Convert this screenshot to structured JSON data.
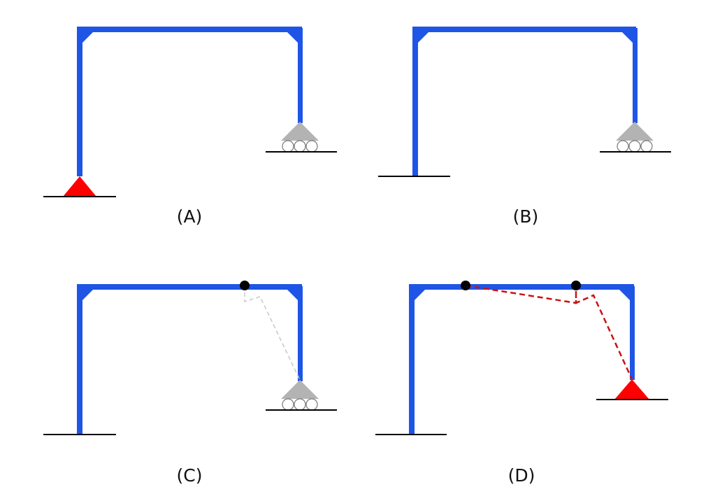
{
  "colors": {
    "frame": "#1f55e6",
    "pin_support": "#ff0000",
    "roller_support": "#b3b3b3",
    "hinge": "#000000",
    "mechanism_dashed": "#cc1111",
    "mechanism_light": "#c8c8c8",
    "ground": "#000000"
  },
  "panels": [
    {
      "label": "(A)",
      "left_base": "pin",
      "right_base": "roller",
      "hinges": [],
      "mechanism": "none"
    },
    {
      "label": "(B)",
      "left_base": "fixed",
      "right_base": "roller",
      "hinges": [],
      "mechanism": "none"
    },
    {
      "label": "(C)",
      "left_base": "fixed",
      "right_base": "roller",
      "hinges": [
        "right-beam"
      ],
      "mechanism": "light-dashed"
    },
    {
      "label": "(D)",
      "left_base": "fixed",
      "right_base": "pin",
      "hinges": [
        "left-beam",
        "right-beam"
      ],
      "mechanism": "red-dashed"
    }
  ]
}
